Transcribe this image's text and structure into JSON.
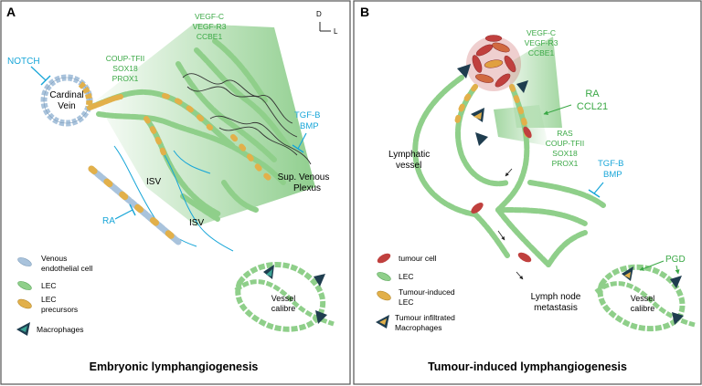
{
  "colors": {
    "lec": "#8fcf8a",
    "lec_stroke": "#5aa65a",
    "precursor": "#e2b04a",
    "venous": "#a9c3dc",
    "macrophage": "#1f3d4f",
    "macrophage_accent": "#3aa394",
    "tumour": "#c0403e",
    "tumour_accent": "#e0a040",
    "cyan_text": "#18a6d8",
    "green_text": "#3aa845",
    "gradient_green": "#7cc67a",
    "panel_border": "#555555"
  },
  "panelA": {
    "letter": "A",
    "title": "Embryonic lymphangiogenesis",
    "compass_up": "D",
    "compass_right": "L",
    "notch": "NOTCH",
    "cardinal_vein": [
      "Cardinal",
      "Vein"
    ],
    "coup": [
      "COUP-TFII",
      "SOX18",
      "PROX1"
    ],
    "vegf": [
      "VEGF-C",
      "VEGF-R3",
      "CCBE1"
    ],
    "tgf": [
      "TGF-B",
      "BMP"
    ],
    "isv": "ISV",
    "ra": "RA",
    "svp": [
      "Sup. Venous",
      "Plexus"
    ],
    "vessel_calibre": [
      "Vessel",
      "calibre"
    ],
    "legend": [
      {
        "icon": "venous-cell-icon",
        "lines": [
          "Venous",
          "endothelial cell"
        ]
      },
      {
        "icon": "lec-cell-icon",
        "lines": [
          "LEC"
        ]
      },
      {
        "icon": "lec-precursor-icon",
        "lines": [
          "LEC",
          "precursors"
        ]
      },
      {
        "icon": "macrophage-icon",
        "lines": [
          "Macrophages"
        ]
      }
    ]
  },
  "panelB": {
    "letter": "B",
    "title": "Tumour-induced lymphangiogenesis",
    "vegf": [
      "VEGF-C",
      "VEGF-R3",
      "CCBE1"
    ],
    "ra_ccl21": [
      "RA",
      "CCL21"
    ],
    "ras": [
      "RAS",
      "COUP-TFII",
      "SOX18",
      "PROX1"
    ],
    "lymphatic_vessel": [
      "Lymphatic",
      "vessel"
    ],
    "tgf": [
      "TGF-B",
      "BMP"
    ],
    "lymph_node": [
      "Lymph node",
      "metastasis"
    ],
    "pgd": "PGD",
    "vessel_calibre": [
      "Vessel",
      "calibre"
    ],
    "legend": [
      {
        "icon": "tumour-cell-icon",
        "lines": [
          "tumour cell"
        ]
      },
      {
        "icon": "lec-cell-icon",
        "lines": [
          "LEC"
        ]
      },
      {
        "icon": "tumour-induced-lec-icon",
        "lines": [
          "Tumour-induced",
          "LEC"
        ]
      },
      {
        "icon": "tumour-macrophage-icon",
        "lines": [
          "Tumour infiltrated",
          "Macrophages"
        ]
      }
    ]
  }
}
